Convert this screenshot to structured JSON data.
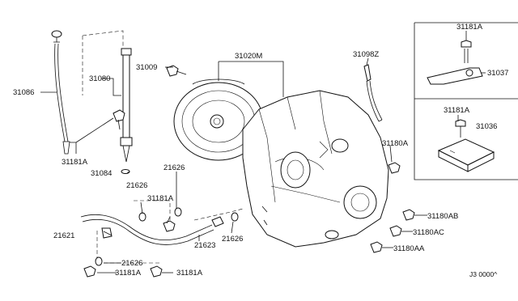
{
  "callouts": {
    "c31086": "31086",
    "c31080": "31080",
    "c31009": "31009",
    "c31020M": "31020M",
    "c31098Z": "31098Z",
    "c31181A_box1": "31181A",
    "c31037": "31037",
    "c31181A_box2": "31181A",
    "c31036": "31036",
    "c31181A_left": "31181A",
    "c31084": "31084",
    "c21626_a": "21626",
    "c21626_b": "21626",
    "c31181A_mid": "31181A",
    "c31180A": "31180A",
    "c31180AB": "31180AB",
    "c31180AC": "31180AC",
    "c31180AA": "31180AA",
    "c21621": "21621",
    "c21623": "21623",
    "c21626_c": "21626",
    "c21626_d": "21626",
    "c31181A_bl": "31181A",
    "c31181A_br": "31181A"
  },
  "footer": {
    "code": "J3 0000^"
  }
}
